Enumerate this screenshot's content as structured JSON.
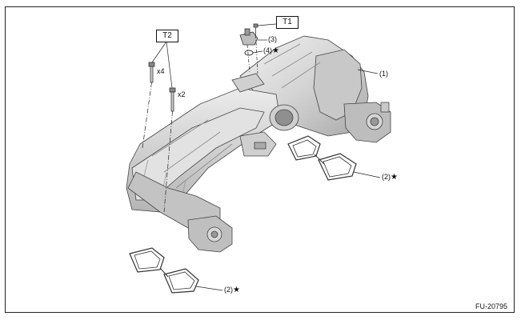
{
  "callouts": {
    "c1": "(1)",
    "c2_upper": "(2)",
    "c2_lower": "(2)",
    "c3": "(3)",
    "c4": "(4)",
    "star": "★"
  },
  "torque_boxes": {
    "t1": "T1",
    "t2": "T2"
  },
  "quantities": {
    "x4": "x4",
    "x2": "x2"
  },
  "figure_id": "FU-20795",
  "colors": {
    "line": "#222222",
    "part_fill": "#d9d9d9",
    "part_dark": "#a9a9a9",
    "part_light": "#eeeeee"
  }
}
